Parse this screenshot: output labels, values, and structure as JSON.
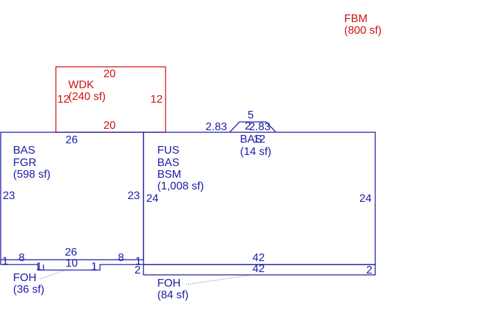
{
  "colors": {
    "primary": "#1a1aa6",
    "accent": "#d01010"
  },
  "fbm": {
    "code": "FBM",
    "area": "(800 sf)"
  },
  "wdk": {
    "code": "WDK",
    "area": "(240 sf)",
    "dim_top": "20",
    "dim_bottom": "20",
    "dim_left": "12",
    "dim_right": "12"
  },
  "garage": {
    "line1": "BAS",
    "line2": "FGR",
    "area": "(598 sf)",
    "dim_top": "26",
    "dim_left": "23",
    "dim_right": "23"
  },
  "main": {
    "line1": "FUS",
    "line2": "BAS",
    "line3": "BSM",
    "area": "(1,008 sf)",
    "dim_left": "24",
    "dim_right": "24",
    "dim_bottom": "42"
  },
  "bay": {
    "code": "BAS",
    "area": "(14 sf)",
    "dim_top": "5",
    "dim_left": "2.83",
    "dim_right": "2.83",
    "dim_depth": "2",
    "dim_base": "12"
  },
  "foh_left": {
    "code": "FOH",
    "area": "(36 sf)",
    "dim_top": "26",
    "dim_inner": "10",
    "dim_left_w": "8",
    "dim_right_w": "8",
    "dim_left_h": "1",
    "dim_right_h": "1",
    "dim_step_left": "1",
    "dim_step_right": "1"
  },
  "foh_right": {
    "code": "FOH",
    "area": "(84 sf)",
    "dim_top": "42",
    "dim_bottom": "42",
    "dim_left": "2",
    "dim_right": "2"
  }
}
